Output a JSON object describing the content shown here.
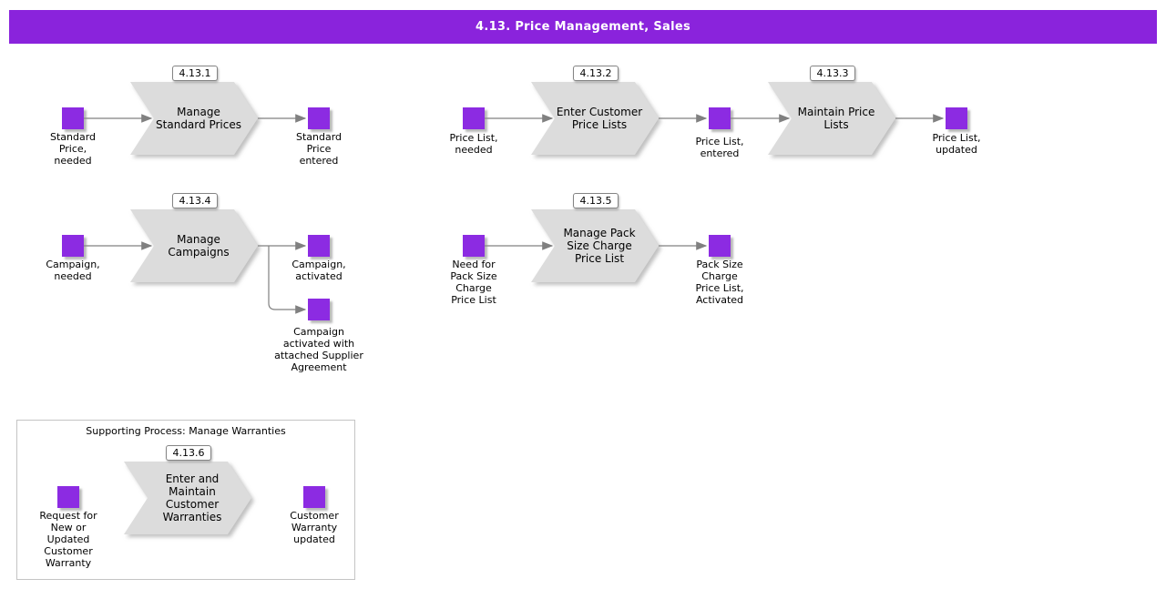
{
  "header": {
    "title": "4.13. Price Management, Sales"
  },
  "colors": {
    "header_bg": "#8A23DC",
    "event_fill": "#8C2BE2",
    "process_fill": "#DCDCDC",
    "arrow": "#808080"
  },
  "processes": [
    {
      "id": "4.13.1",
      "name": "Manage\nStandard Prices"
    },
    {
      "id": "4.13.2",
      "name": "Enter Customer\nPrice Lists"
    },
    {
      "id": "4.13.3",
      "name": "Maintain Price\nLists"
    },
    {
      "id": "4.13.4",
      "name": "Manage\nCampaigns"
    },
    {
      "id": "4.13.5",
      "name": "Manage Pack\nSize Charge\nPrice List"
    },
    {
      "id": "4.13.6",
      "name": "Enter and\nMaintain\nCustomer\nWarranties"
    }
  ],
  "events": [
    {
      "label": "Standard\nPrice,\nneeded"
    },
    {
      "label": "Standard\nPrice\nentered"
    },
    {
      "label": "Price List,\nneeded"
    },
    {
      "label": "Price List,\nentered"
    },
    {
      "label": "Price List,\nupdated"
    },
    {
      "label": "Campaign,\nneeded"
    },
    {
      "label": "Campaign,\nactivated"
    },
    {
      "label": "Campaign\nactivated with\nattached Supplier\nAgreement"
    },
    {
      "label": "Need for\nPack Size\nCharge\nPrice List"
    },
    {
      "label": "Pack Size\nCharge\nPrice List,\nActivated"
    },
    {
      "label": "Request for\nNew or\nUpdated\nCustomer\nWarranty"
    },
    {
      "label": "Customer\nWarranty\nupdated"
    }
  ],
  "supporting_box": {
    "title": "Supporting Process: Manage Warranties"
  }
}
